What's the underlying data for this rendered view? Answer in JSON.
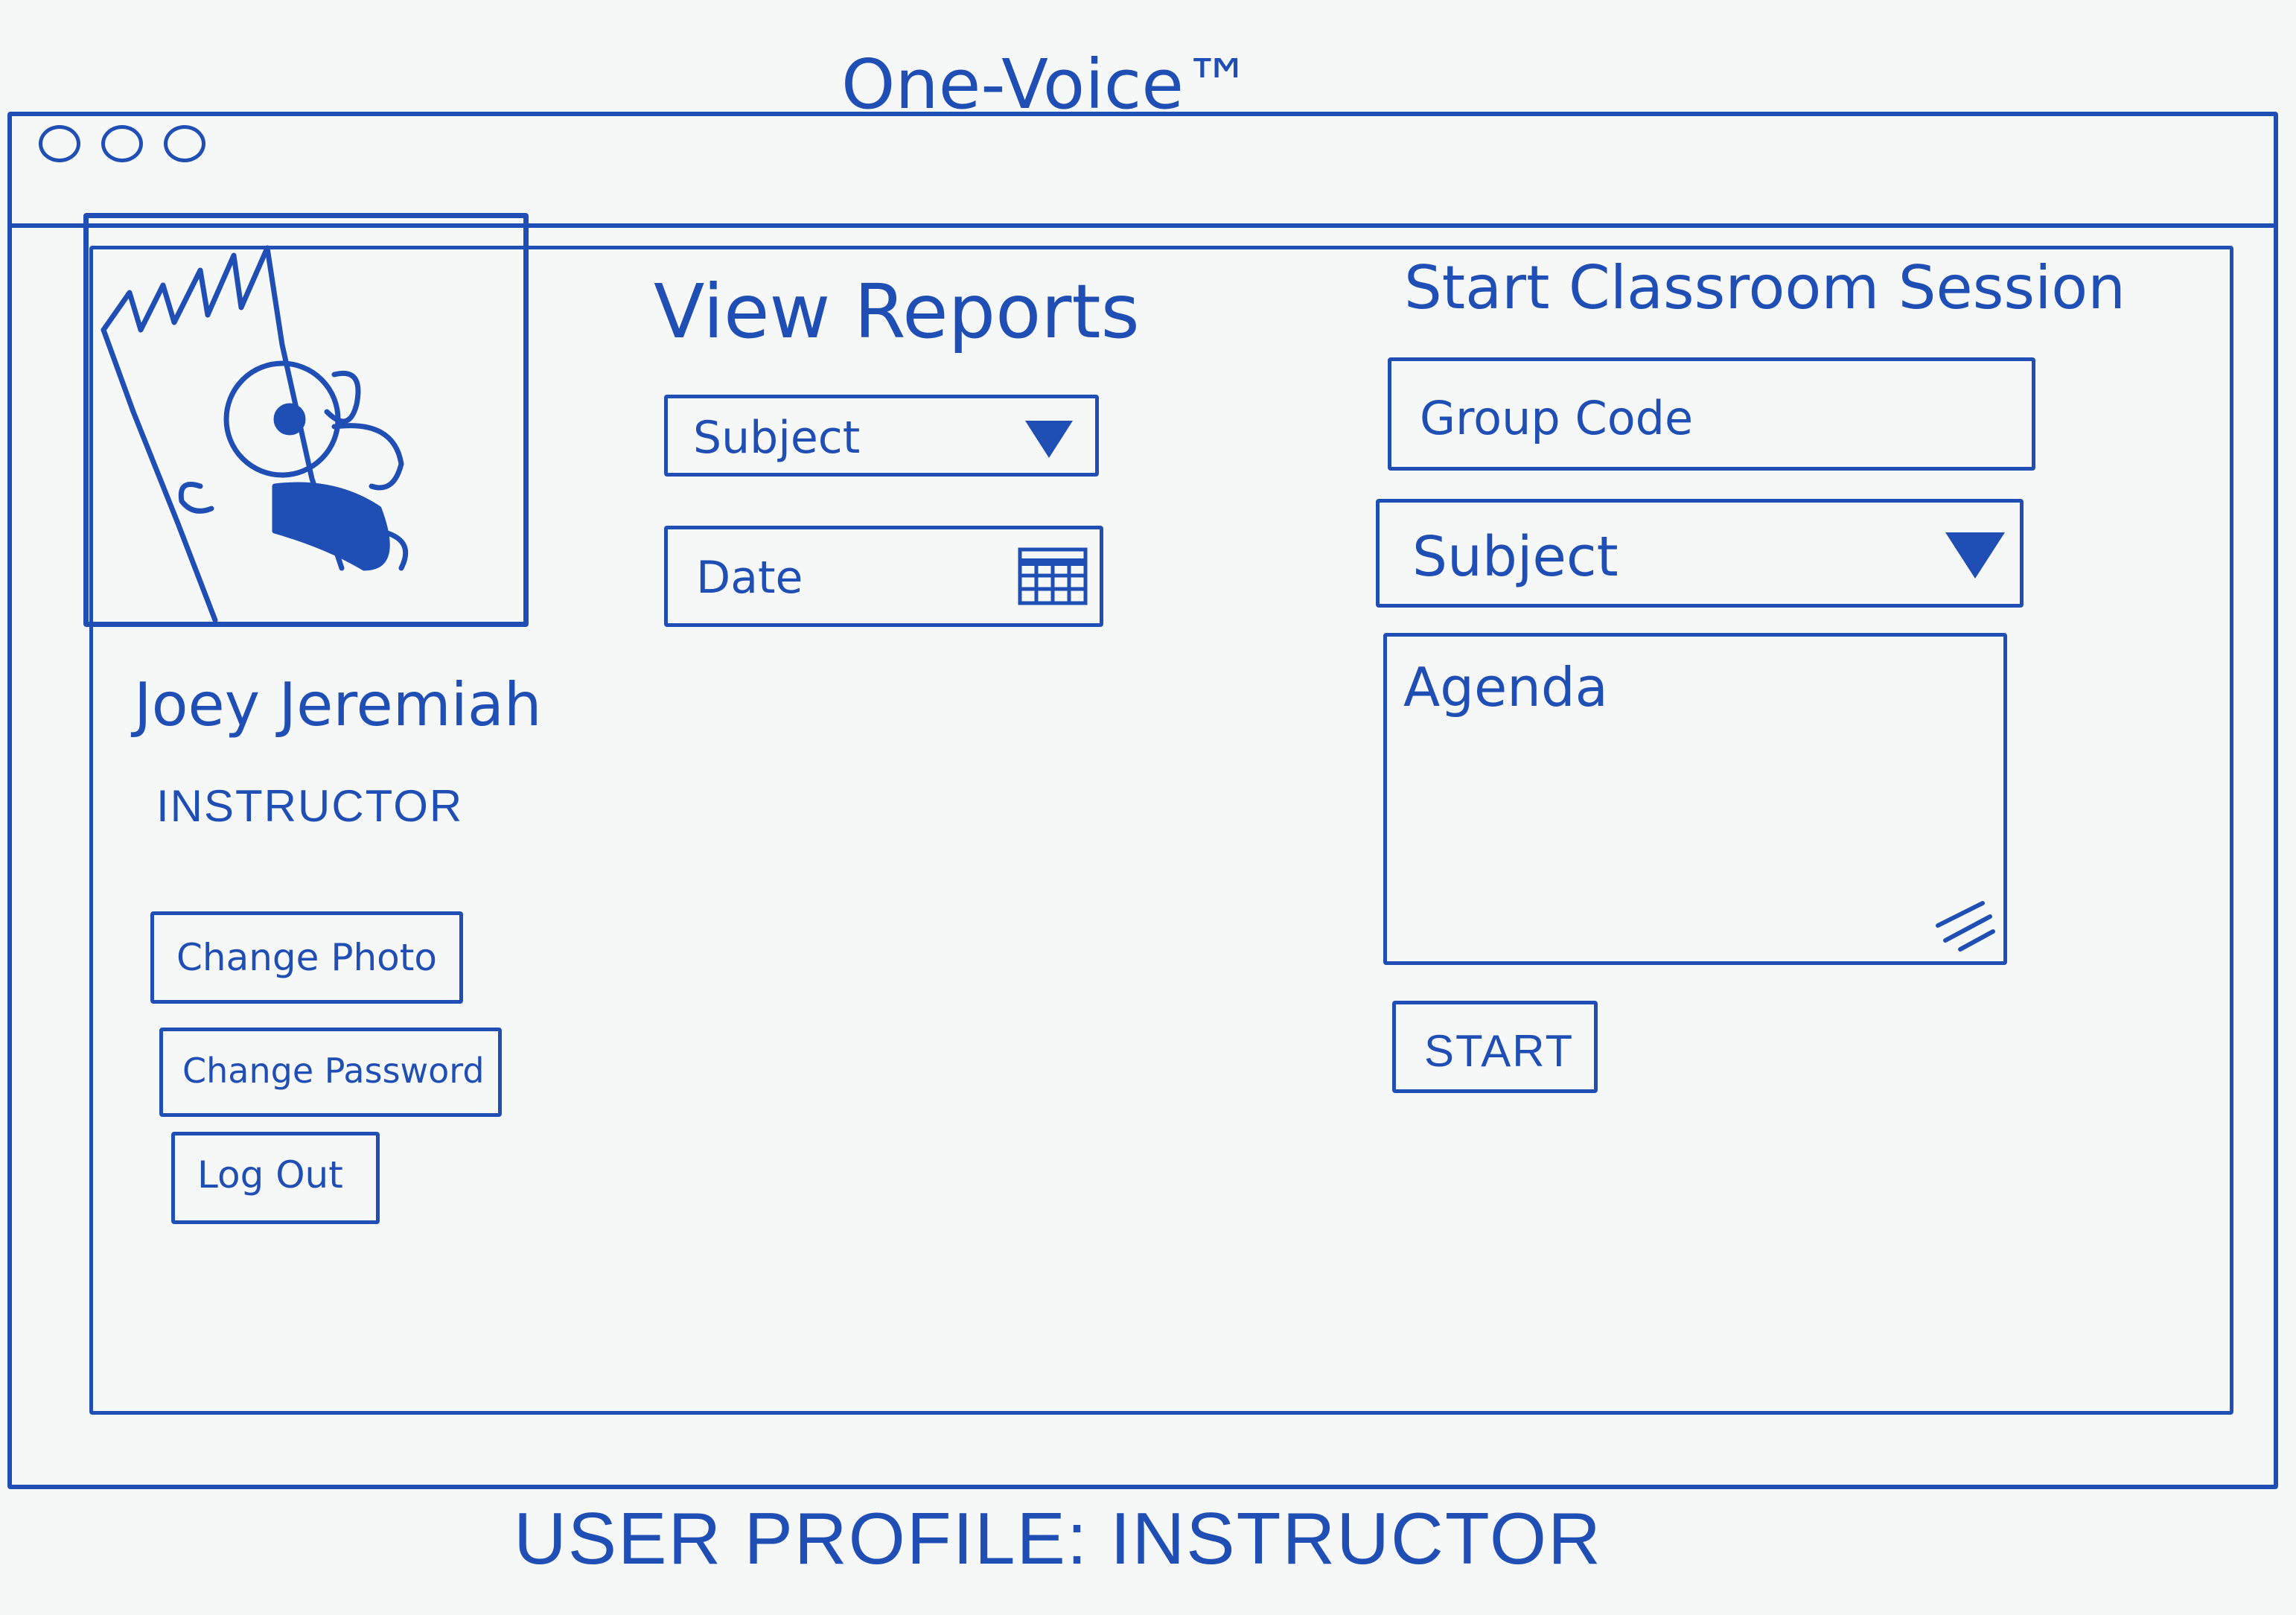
{
  "app": {
    "title": "One-Voice™"
  },
  "profile": {
    "name": "Joey Jeremiah",
    "role": "INSTRUCTOR",
    "buttons": {
      "change_photo": "Change Photo",
      "change_password": "Change Password",
      "log_out": "Log Out"
    }
  },
  "reports": {
    "title": "View Reports",
    "subject_label": "Subject",
    "date_label": "Date"
  },
  "session": {
    "title": "Start Classroom Session",
    "group_code_placeholder": "Group Code",
    "subject_label": "Subject",
    "agenda_placeholder": "Agenda",
    "start_label": "START"
  },
  "caption": "USER PROFILE: INSTRUCTOR",
  "colors": {
    "ink": "#1f4fb4",
    "board": "#f6f7f7"
  },
  "icons": {
    "window_controls": [
      "circle-icon",
      "circle-icon",
      "circle-icon"
    ],
    "dropdown": "triangle-down-icon",
    "calendar": "calendar-icon",
    "resize": "resize-grip-icon"
  }
}
